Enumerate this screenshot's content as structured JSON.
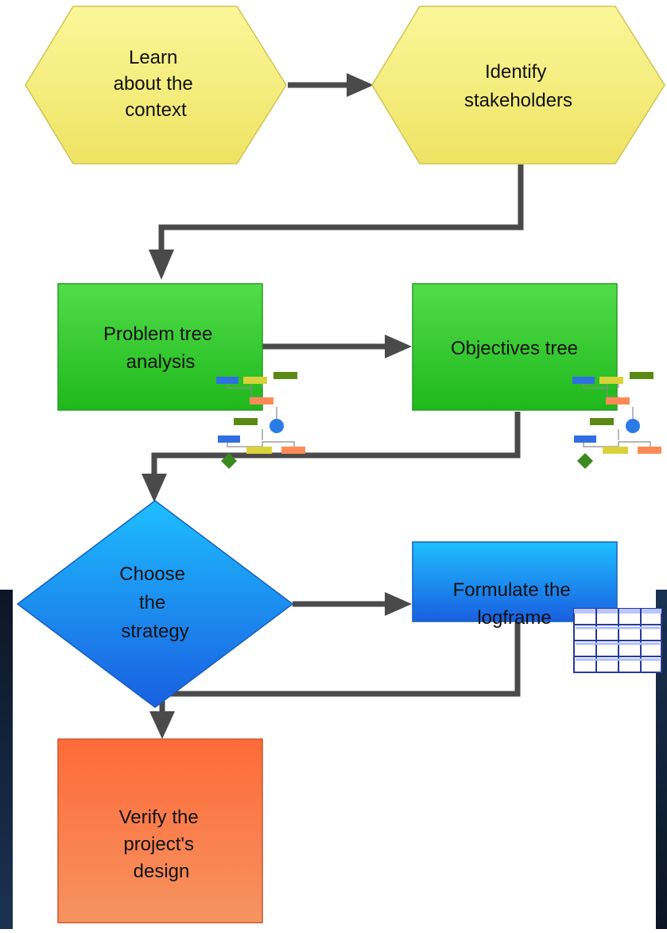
{
  "nodes": {
    "learn": {
      "lines": [
        "Learn",
        "about the",
        "context"
      ]
    },
    "identify": {
      "lines": [
        "Identify",
        "stakeholders"
      ]
    },
    "problem": {
      "lines": [
        "Problem tree",
        "analysis"
      ]
    },
    "objectives": {
      "lines": [
        "Objectives tree"
      ]
    },
    "strategy": {
      "lines": [
        "Choose",
        "the",
        "strategy"
      ]
    },
    "logframe": {
      "lines": [
        "Formulate the",
        "logframe"
      ]
    },
    "verify": {
      "lines": [
        "Verify the",
        "project's",
        "design"
      ]
    }
  },
  "colors": {
    "yellow": "#f4ef7a",
    "green": "#3fd03a",
    "blue": "#1d8fee",
    "orange": "#f5733f",
    "arrow": "#4a4a4a",
    "dark_background": "#0f1a2b"
  },
  "icons": {
    "problem_tree": "tree-diagram-icon",
    "objectives_tree": "tree-diagram-icon",
    "logframe": "grid-table-icon"
  }
}
